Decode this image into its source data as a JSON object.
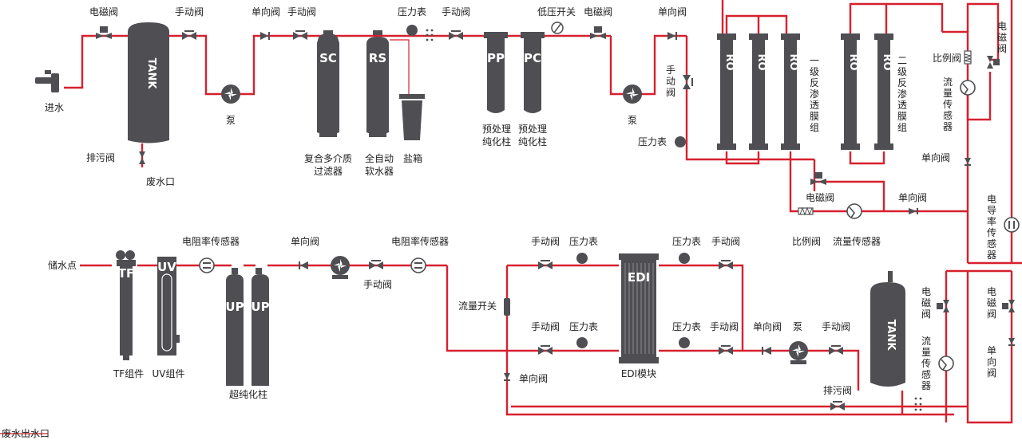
{
  "top": {
    "inlet": "进水",
    "solenoid_valve_1": "电磁阀",
    "tank": "TANK",
    "drain_valve": "排污阀",
    "waste_outlet": "废水口",
    "manual_valve_1": "手动阀",
    "pump_1": "泵",
    "check_valve_1": "单向阀",
    "manual_valve_2": "手动阀",
    "sc_tag": "SC",
    "rs_tag": "RS",
    "multi_filter": "复合多介质\n过滤器",
    "softener": "全自动\n软水器",
    "salt_box": "盐箱",
    "pressure_gauge_1": "压力表",
    "manual_valve_3": "手动阀",
    "pp_tag": "PP",
    "pc_tag": "PC",
    "pre_pp": "预处理\n纯化柱",
    "pre_pc": "预处理\n纯化柱",
    "low_pressure_switch": "低压开关",
    "solenoid_valve_2": "电磁阀",
    "check_valve_2": "单向阀",
    "manual_valve_4": "手\n动\n阀",
    "pump_2": "泵",
    "pressure_gauge_2": "压力表",
    "ro_tag": "RO",
    "ro_stage1": "一\n级\n反\n渗\n透\n膜\n组",
    "ro_stage2": "二\n级\n反\n渗\n透\n膜\n组",
    "proportional_valve_1": "比例阀",
    "flow_sensor_1": "流\n量\n传\n感\n器",
    "solenoid_valve_3": "电\n磁\n阀",
    "check_valve_3": "单向阀",
    "solenoid_valve_4": "电磁阀",
    "check_valve_4": "单向阀",
    "proportional_valve_2": "比例阀",
    "flow_sensor_2": "流量传感器",
    "conductivity_sensor": "电\n导\n率\n传\n感\n器"
  },
  "bottom": {
    "storage_point": "储水点",
    "tf_tag": "TF",
    "uv_tag": "UV",
    "tf_unit": "TF组件",
    "uv_unit": "UV组件",
    "resistivity_sensor_1": "电阻率传感器",
    "up_tag": "UP",
    "ultra_pure": "超纯化柱",
    "check_valve_5": "单向阀",
    "resistivity_sensor_2": "电阻率传感器",
    "manual_valve_5": "手动阀",
    "flow_switch": "流量开关",
    "check_valve_6": "单向阀",
    "manual_valve_6": "手动阀",
    "pressure_gauge_3": "压力表",
    "manual_valve_7": "手动阀",
    "pressure_gauge_4": "压力表",
    "edi_tag": "EDI",
    "edi_module": "EDI模块",
    "pressure_gauge_5": "压力表",
    "manual_valve_8": "手动阀",
    "pressure_gauge_6": "压力表",
    "manual_valve_9": "手动阀",
    "check_valve_7": "单向阀",
    "pump_3": "泵",
    "manual_valve_10": "手动阀",
    "tank": "TANK",
    "drain_valve": "排污阀",
    "solenoid_valve_5": "电\n磁\n阀",
    "flow_sensor_3": "流\n量\n传\n感\n器",
    "solenoid_valve_6": "电\n磁\n阀",
    "check_valve_8": "单\n向\n阀",
    "waste_outlet": "废水出水口"
  }
}
